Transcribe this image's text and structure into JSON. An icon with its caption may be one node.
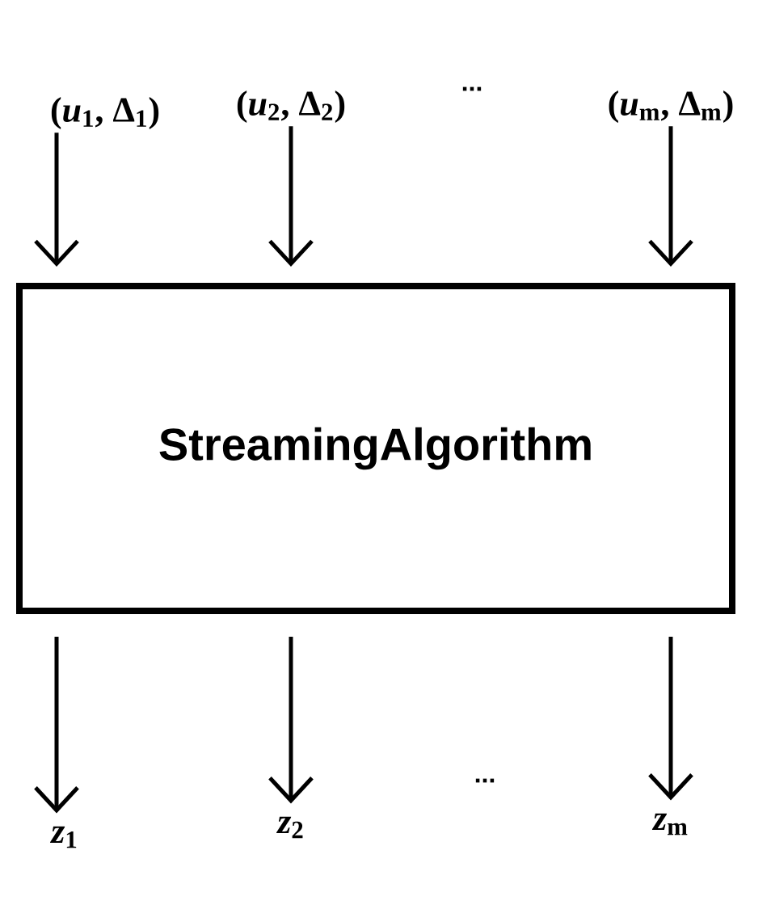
{
  "diagram": {
    "nodes": [
      {
        "text": [
          "(*u*$_{1}$, Δ$_{1}$)"
        ]
      },
      {
        "text": [
          "(*u*$_{2}$, Δ$_{2}$)"
        ]
      },
      {
        "text": [
          "(*u*$_{m}$, Δ$_{m}$)"
        ]
      },
      {
        "text": [
          "StreamingAlgorithm"
        ]
      },
      {
        "text": [
          "*z*$_{1}$"
        ]
      },
      {
        "text": [
          "*z*$_{2}$"
        ]
      },
      {
        "text": [
          "*z*$_{m}$"
        ]
      }
    ],
    "edges": [
      {
        "from": 0,
        "to": 3,
        "arrow": "to"
      },
      {
        "from": 1,
        "to": 3,
        "arrow": "to"
      },
      {
        "from": 2,
        "to": 3,
        "arrow": "to"
      },
      {
        "from": 3,
        "to": 4,
        "arrow": "to"
      },
      {
        "from": 3,
        "to": 5,
        "arrow": "to"
      },
      {
        "from": 3,
        "to": 6,
        "arrow": "to"
      }
    ],
    "labels": [
      "...",
      "..."
    ]
  }
}
